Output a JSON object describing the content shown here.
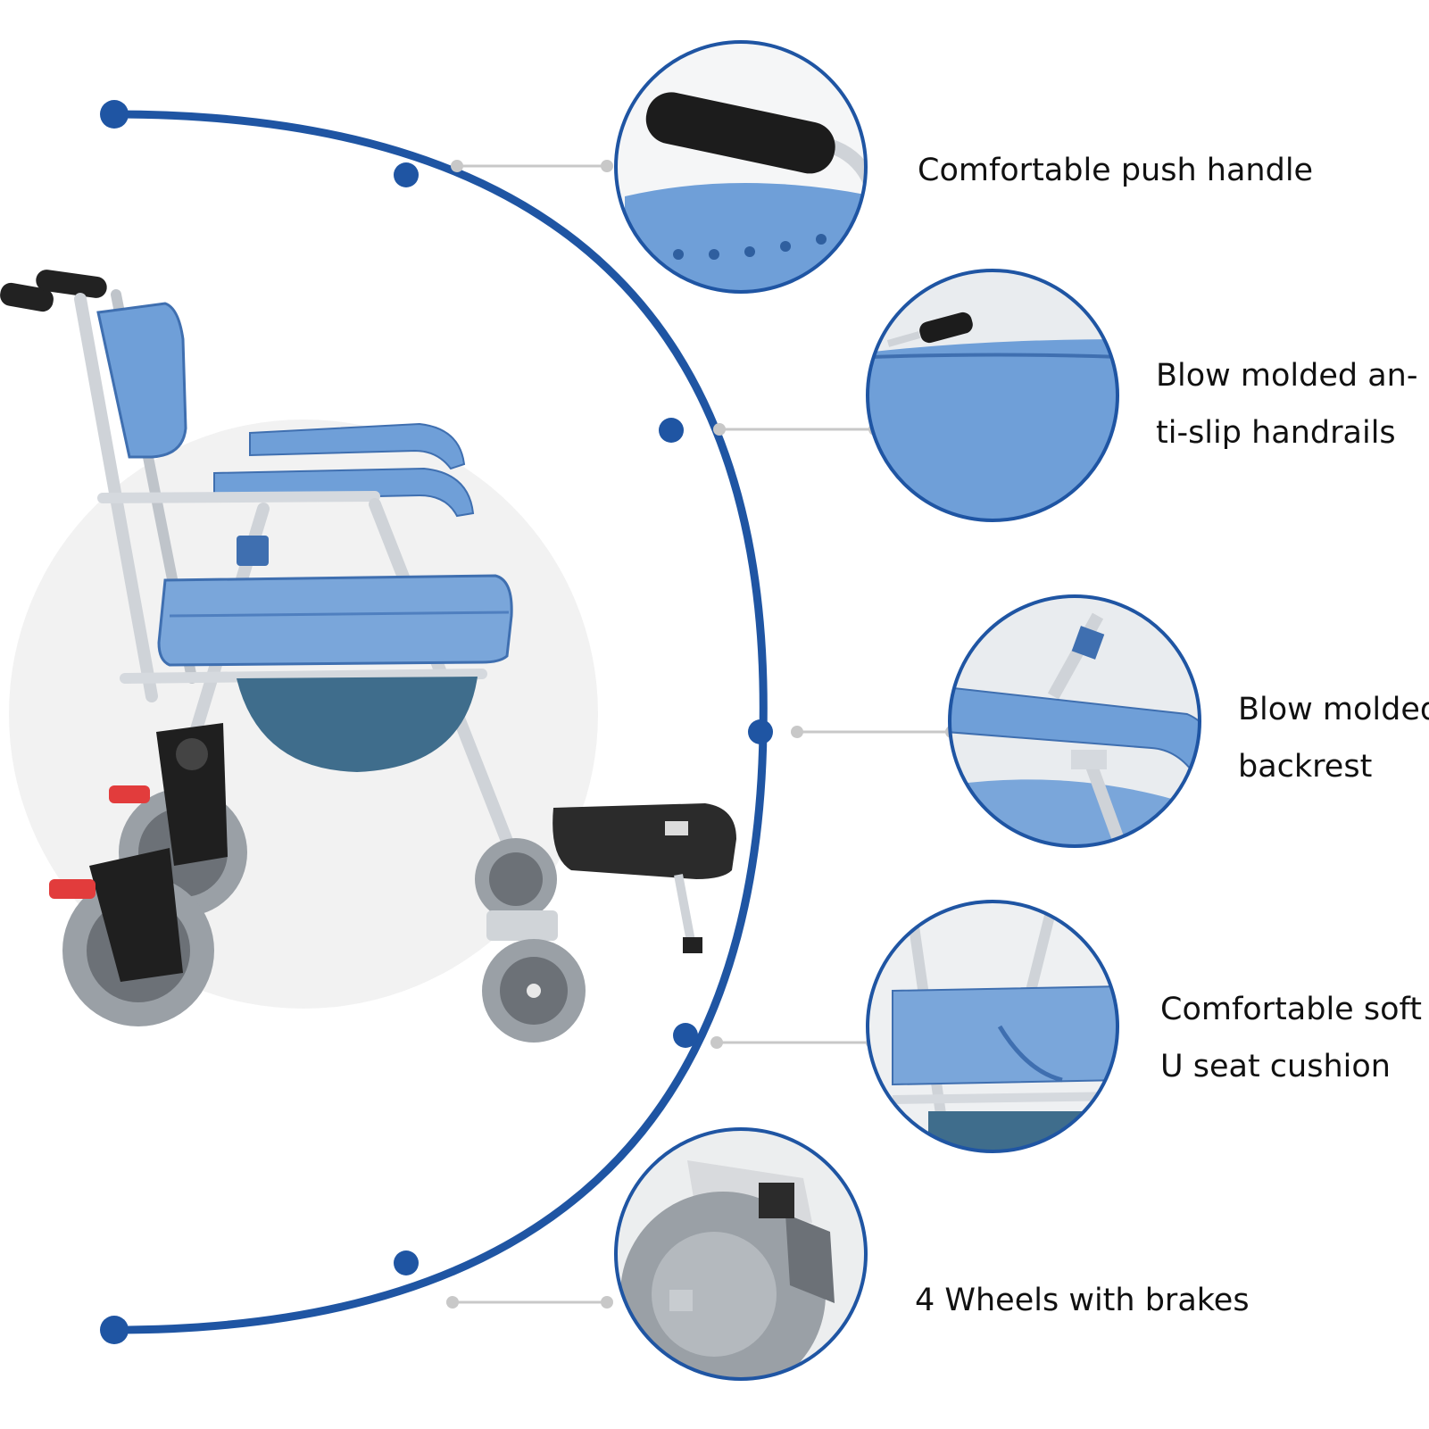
{
  "colors": {
    "accent": "#1f55a3",
    "connector": "#c8c8c8",
    "chair_blue": "#6f9fd8",
    "chair_blue_dark": "#3f6fb0",
    "frame": "#cfd3d8",
    "wheel": "#9aa0a6",
    "brake": "#e23c3c",
    "footrest": "#2b2b2b",
    "halo": "#f2f2f2"
  },
  "features": [
    {
      "lines": [
        "Comfortable push handle"
      ],
      "icon": "push-handle-detail"
    },
    {
      "lines": [
        "Blow molded an-",
        "ti-slip handrails"
      ],
      "icon": "handrail-detail"
    },
    {
      "lines": [
        "Blow molded",
        "backrest"
      ],
      "icon": "backrest-detail"
    },
    {
      "lines": [
        "Comfortable soft",
        "U seat cushion"
      ],
      "icon": "seat-cushion-detail"
    },
    {
      "lines": [
        "4 Wheels with brakes"
      ],
      "icon": "wheel-brake-detail"
    }
  ]
}
